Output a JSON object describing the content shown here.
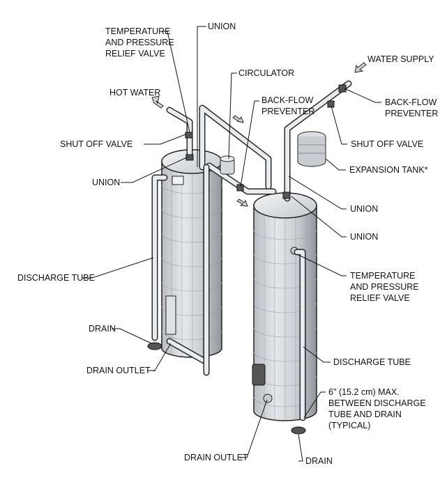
{
  "labels": {
    "tp_valve_left": [
      "TEMPERATURE",
      "AND PRESSURE",
      "RELIEF VALVE"
    ],
    "union_top": "UNION",
    "circulator": "CIRCULATOR",
    "water_supply": "WATER SUPPLY",
    "hot_water": "HOT WATER",
    "backflow_mid": [
      "BACK-FLOW",
      "PREVENTER"
    ],
    "backflow_right": [
      "BACK-FLOW",
      "PREVENTER"
    ],
    "shutoff_left": "SHUT OFF VALVE",
    "shutoff_right": "SHUT OFF VALVE",
    "union_left": "UNION",
    "expansion_tank": "EXPANSION TANK*",
    "union_right_1": "UNION",
    "union_right_2": "UNION",
    "discharge_left": "DISCHARGE TUBE",
    "tp_valve_right": [
      "TEMPERATURE",
      "AND PRESSURE",
      "RELIEF VALVE"
    ],
    "drain_left": "DRAIN",
    "drain_outlet_left": "DRAIN OUTLET -",
    "discharge_right": "DISCHARGE TUBE",
    "note_max": [
      "6\" (15.2 cm) MAX.",
      "BETWEEN DISCHARGE",
      "TUBE AND DRAIN",
      "(TYPICAL)"
    ],
    "drain_outlet_bottom": "DRAIN OUTLET",
    "drain_bottom": "DRAIN"
  }
}
